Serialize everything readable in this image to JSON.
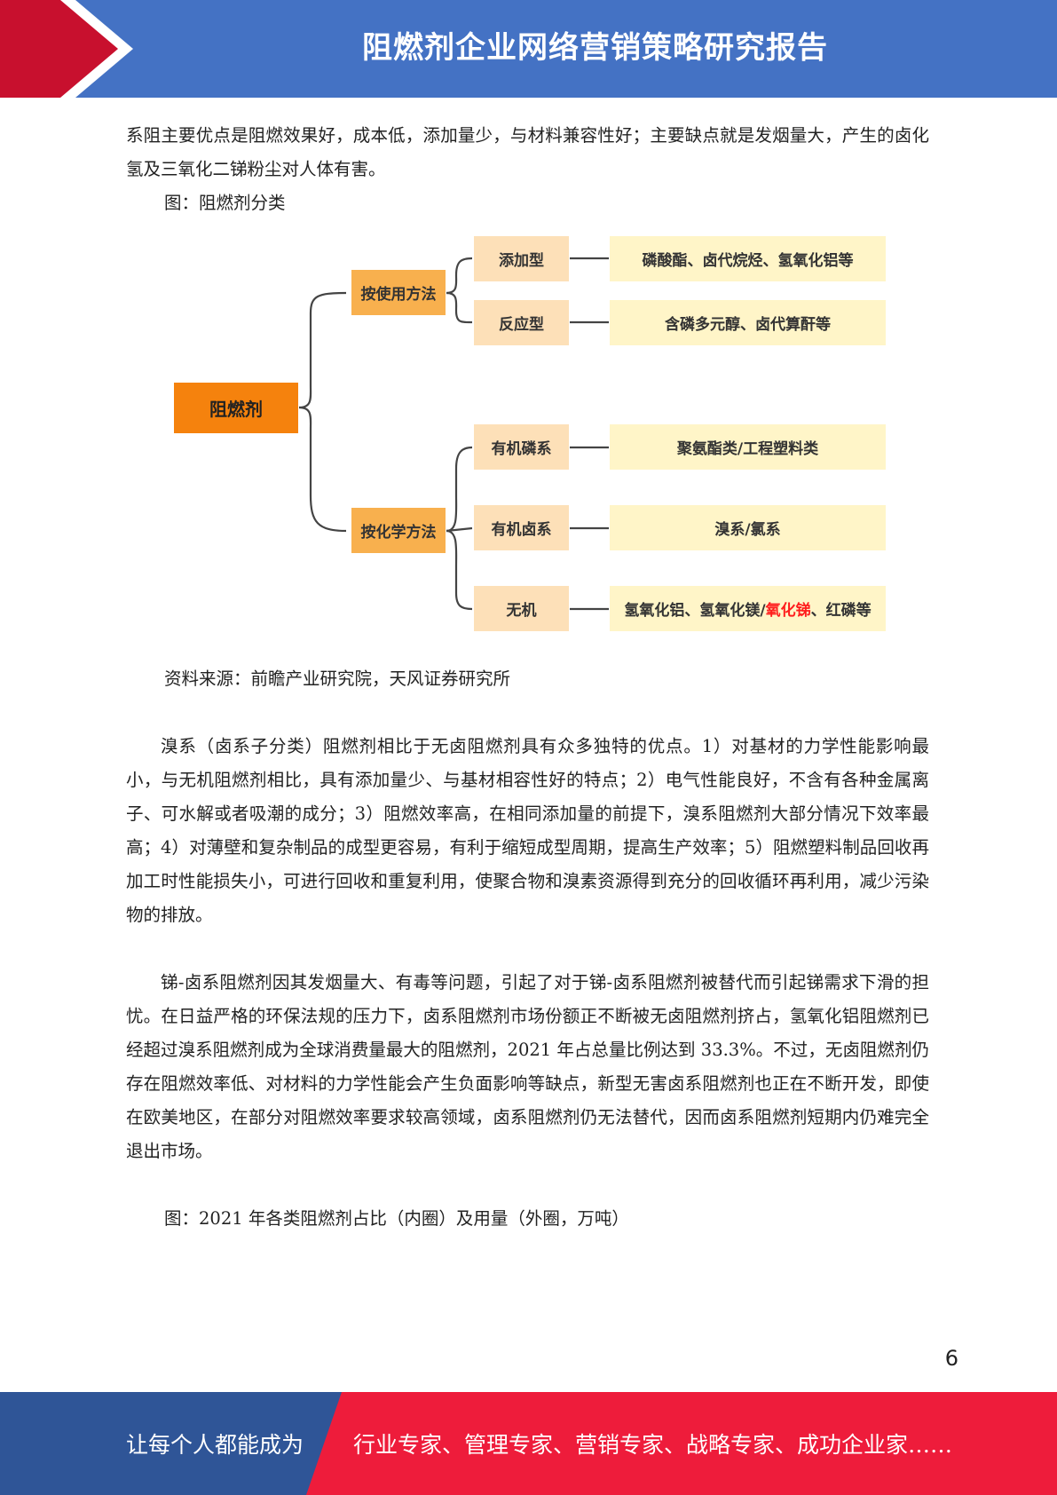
{
  "header": {
    "title": "阻燃剂企业网络营销策略研究报告"
  },
  "paragraphs": {
    "p1": "系阻主要优点是阻燃效果好，成本低，添加量少，与材料兼容性好；主要缺点就是发烟量大，产生的卤化氢及三氧化二锑粉尘对人体有害。",
    "p2": "溴系（卤系子分类）阻燃剂相比于无卤阻燃剂具有众多独特的优点。1）对基材的力学性能影响最小，与无机阻燃剂相比，具有添加量少、与基材相容性好的特点；2）电气性能良好，不含有各种金属离子、可水解或者吸潮的成分；3）阻燃效率高，在相同添加量的前提下，溴系阻燃剂大部分情况下效率最高；4）对薄壁和复杂制品的成型更容易，有利于缩短成型周期，提高生产效率；5）阻燃塑料制品回收再加工时性能损失小，可进行回收和重复利用，使聚合物和溴素资源得到充分的回收循环再利用，减少污染物的排放。",
    "p3": "锑-卤系阻燃剂因其发烟量大、有毒等问题，引起了对于锑-卤系阻燃剂被替代而引起锑需求下滑的担忧。在日益严格的环保法规的压力下，卤系阻燃剂市场份额正不断被无卤阻燃剂挤占，氢氧化铝阻燃剂已经超过溴系阻燃剂成为全球消费量最大的阻燃剂，2021 年占总量比例达到 33.3%。不过，无卤阻燃剂仍存在阻燃效率低、对材料的力学性能会产生负面影响等缺点，新型无害卤系阻燃剂也正在不断开发，即使在欧美地区，在部分对阻燃效率要求较高领域，卤系阻燃剂仍无法替代，因而卤系阻燃剂短期内仍难完全退出市场。"
  },
  "captions": {
    "fig1": "图：阻燃剂分类",
    "source": "资料来源：前瞻产业研究院，天风证券研究所",
    "fig2": "图：2021 年各类阻燃剂占比（内圈）及用量（外圈，万吨）"
  },
  "diagram": {
    "root": "阻燃剂",
    "branch1": {
      "label": "按使用方法",
      "leaves": [
        {
          "label": "添加型",
          "desc": "磷酸酯、卤代烷烃、氢氧化铝等"
        },
        {
          "label": "反应型",
          "desc": "含磷多元醇、卤代算酐等"
        }
      ]
    },
    "branch2": {
      "label": "按化学方法",
      "leaves": [
        {
          "label": "有机磷系",
          "desc": "聚氨酯类/工程塑料类"
        },
        {
          "label": "有机卤系",
          "desc": "溴系/氯系"
        },
        {
          "label": "无机",
          "desc_before": "氢氧化铝、氢氧化镁/",
          "desc_highlight": "氧化锑",
          "desc_after": "、红磷等"
        }
      ]
    },
    "highlight_color": "#ff1d1d"
  },
  "page_number": "6",
  "footer": {
    "left": "让每个人都能成为",
    "right": "行业专家、管理专家、营销专家、战略专家、成功企业家……"
  },
  "colors": {
    "header_blue": "#4472c4",
    "header_red": "#c8102e",
    "footer_blue": "#2f5597",
    "footer_red": "#ee1c3b"
  }
}
